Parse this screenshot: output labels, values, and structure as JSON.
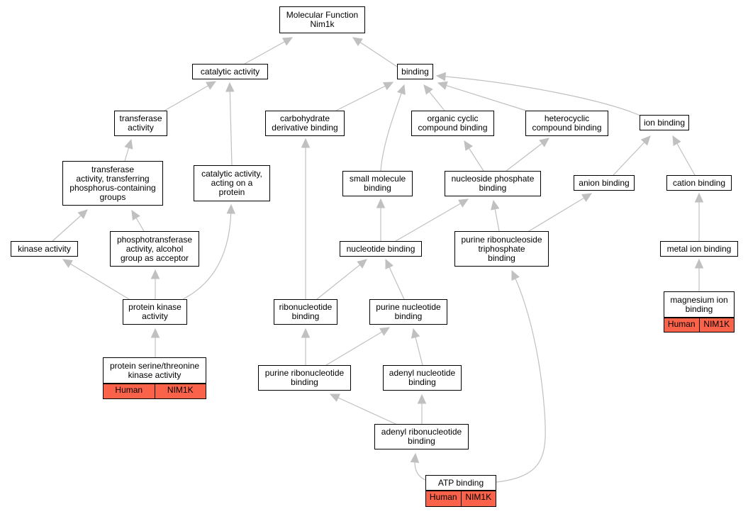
{
  "colors": {
    "edge": "#c0c0c0",
    "annotation_fill": "#fa6249",
    "node_border": "#000000"
  },
  "nodes": {
    "root": "Molecular Function\nNim1k",
    "catalytic": "catalytic activity",
    "binding": "binding",
    "transferase": "transferase\nactivity",
    "transferase_phos": "transferase\nactivity, transferring\nphosphorus-containing\ngroups",
    "catalytic_protein": "catalytic activity,\nacting on a\nprotein",
    "carbohydrate": "carbohydrate\nderivative binding",
    "organic_cyclic": "organic cyclic\ncompound binding",
    "heterocyclic": "heterocyclic\ncompound binding",
    "ion_binding": "ion binding",
    "small_molecule": "small molecule\nbinding",
    "nucleoside_phosphate": "nucleoside phosphate\nbinding",
    "anion": "anion binding",
    "cation": "cation binding",
    "kinase": "kinase activity",
    "phosphotransferase": "phosphotransferase\nactivity, alcohol\ngroup as acceptor",
    "nucleotide": "nucleotide binding",
    "purine_ribonucleoside_tp": "purine ribonucleoside\ntriphosphate\nbinding",
    "metal_ion": "metal ion binding",
    "protein_kinase": "protein kinase\nactivity",
    "ribonucleotide": "ribonucleotide\nbinding",
    "purine_nucleotide": "purine nucleotide\nbinding",
    "magnesium": "magnesium ion\nbinding",
    "ser_thr_kinase": "protein serine/threonine\nkinase activity",
    "purine_ribonucleotide": "purine ribonucleotide\nbinding",
    "adenyl_nucleotide": "adenyl nucleotide\nbinding",
    "adenyl_ribonucleotide": "adenyl ribonucleotide\nbinding",
    "atp": "ATP binding"
  },
  "annotations": {
    "ser_thr_kinase": {
      "species": "Human",
      "gene": "NIM1K"
    },
    "magnesium": {
      "species": "Human",
      "gene": "NIM1K"
    },
    "atp": {
      "species": "Human",
      "gene": "NIM1K"
    }
  }
}
